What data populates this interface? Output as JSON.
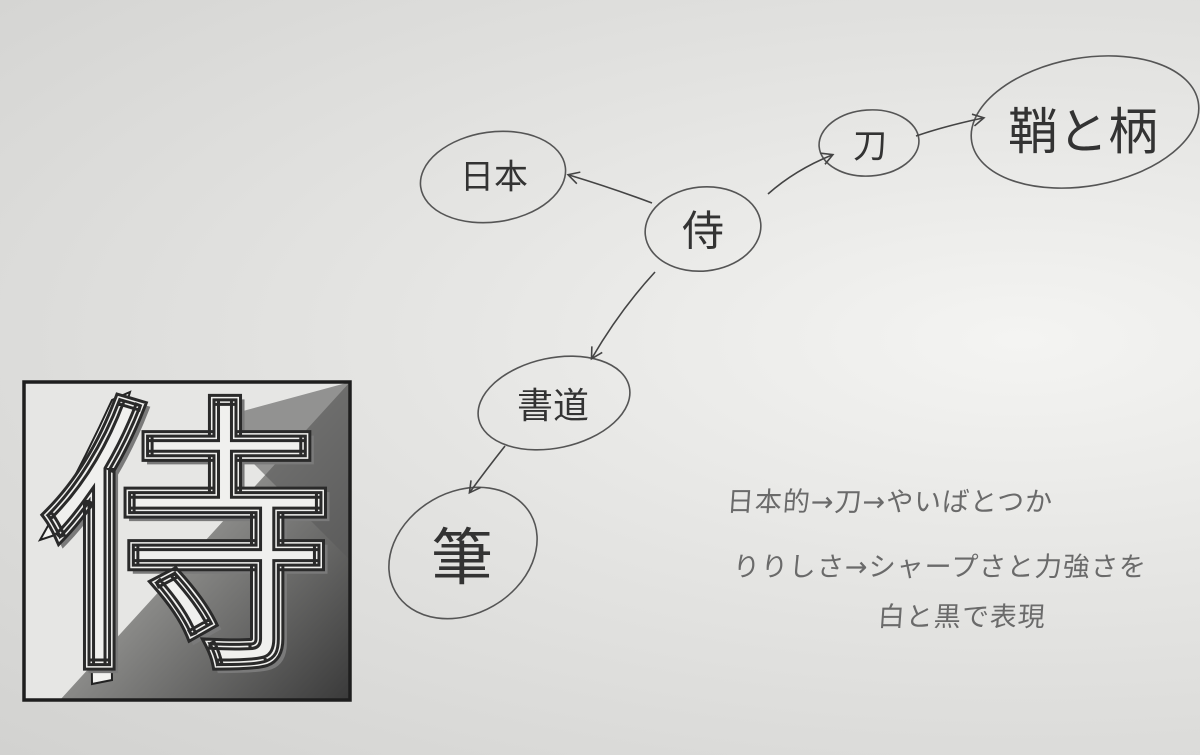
{
  "mindmap": {
    "center": "侍",
    "nodes": {
      "nihon": "日本",
      "katana": "刀",
      "saya_tsuka": "鞘と柄",
      "shodo": "書道",
      "fude": "筆"
    }
  },
  "notes": {
    "line1": "日本的→刀→やいばとつか",
    "line2": "りりしさ→シャープさと力強さを",
    "line3": "白と黒で表現"
  },
  "artwork": {
    "glyph": "侍"
  }
}
